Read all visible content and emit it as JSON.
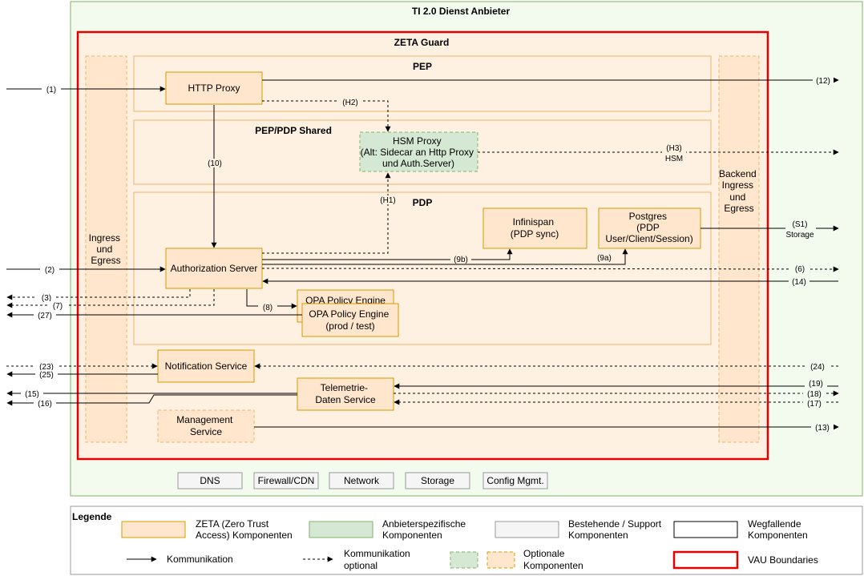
{
  "title": "TI 2.0 Dienst Anbieter",
  "zeta_guard": "ZETA Guard",
  "ingress_left": [
    "Ingress",
    "und",
    "Egress"
  ],
  "ingress_right": [
    "Backend",
    "Ingress",
    "und",
    "Egress"
  ],
  "sections": {
    "pep": "PEP",
    "shared": "PEP/PDP Shared",
    "pdp": "PDP"
  },
  "components": {
    "http_proxy": "HTTP Proxy",
    "hsm_proxy": [
      "HSM Proxy",
      "(Alt: Sidecar an Http Proxy",
      "und Auth.Server)"
    ],
    "infinispan": [
      "Infinispan",
      "(PDP sync)"
    ],
    "postgres": [
      "Postgres",
      "(PDP",
      "User/Client/Session)"
    ],
    "auth_server": "Authorization Server",
    "opa_back": "OPA Policy Engine",
    "opa_front": [
      "OPA Policy Engine",
      "(prod / test)"
    ],
    "notification": "Notification Service",
    "telemetry": [
      "Telemetrie-",
      "Daten Service"
    ],
    "management": [
      "Management",
      "Service"
    ]
  },
  "support": [
    "DNS",
    "Firewall/CDN",
    "Network",
    "Storage",
    "Config Mgmt."
  ],
  "edges": {
    "e1": "(1)",
    "e2": "(2)",
    "e3": "(3)",
    "e7": "(7)",
    "e27": "(27)",
    "e8": "(8)",
    "e10": "(10)",
    "eH1": "(H1)",
    "eH2": "(H2)",
    "eH3": "(H3)",
    "hsm": "HSM",
    "e9b": "(9b)",
    "e9a": "(9a)",
    "eS1": "(S1)",
    "storage": "Storage",
    "e6": "(6)",
    "e14": "(14)",
    "e12": "(12)",
    "e23": "(23)",
    "e25": "(25)",
    "e24": "(24)",
    "e15": "(15)",
    "e16": "(16)",
    "e19": "(19)",
    "e18": "(18)",
    "e17": "(17)",
    "e13": "(13)"
  },
  "legend": {
    "title": "Legende",
    "zeta": [
      "ZETA (Zero Trust",
      "Access) Komponenten"
    ],
    "anbieter": [
      "Anbieterspezifische",
      "Komponenten"
    ],
    "bestehende": [
      "Bestehende / Support",
      "Komponenten"
    ],
    "wegfallende": [
      "Wegfallende",
      "Komponenten"
    ],
    "kommunikation": "Kommunikation",
    "kommunikation_optional": [
      "Kommunikation",
      "optional"
    ],
    "optionale": [
      "Optionale",
      "Komponenten"
    ],
    "vau": "VAU Boundaries"
  },
  "colors": {
    "outer_green_fill": "#f2fbee",
    "outer_green_stroke": "#82b366",
    "zeta_fill": "#ffe6cc",
    "zeta_inner_fill": "#fff1e2",
    "zeta_stroke": "#f0b46c",
    "anbieter_fill": "#d5e8d4",
    "support_fill": "#f5f5f5",
    "support_stroke": "#999999",
    "vau_red": "#e60000"
  }
}
